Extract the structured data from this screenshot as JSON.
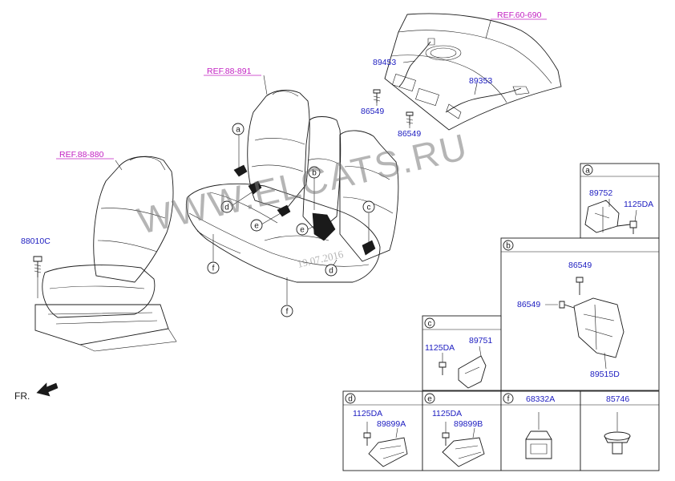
{
  "colors": {
    "part_number": "#1c1cc0",
    "reference": "#c21fc2",
    "line": "#1a1a1a"
  },
  "references": {
    "rear_shelf": "REF.60-690",
    "rear_seat": "REF.88-891",
    "front_seat": "REF.88-880"
  },
  "parts": {
    "p89453": "89453",
    "p89353": "89353",
    "p86549_a": "86549",
    "p86549_b": "86549",
    "p88010c": "88010C"
  },
  "callouts": {
    "a": "a",
    "b": "b",
    "c": "c",
    "d1": "d",
    "d2": "d",
    "e1": "e",
    "e2": "e",
    "f1": "f",
    "f2": "f"
  },
  "boxes": {
    "a": {
      "label": "a",
      "parts": [
        "89752",
        "1125DA"
      ]
    },
    "b": {
      "label": "b",
      "parts": [
        "86549",
        "86549",
        "89515D"
      ]
    },
    "c": {
      "label": "c",
      "parts": [
        "1125DA",
        "89751"
      ]
    },
    "d": {
      "label": "d",
      "parts": [
        "1125DA",
        "89899A"
      ]
    },
    "e": {
      "label": "e",
      "parts": [
        "1125DA",
        "89899B"
      ]
    },
    "f": {
      "label": "f",
      "parts": [
        "68332A"
      ]
    },
    "g": {
      "parts": [
        "85746"
      ]
    }
  },
  "watermark": {
    "site": "WWW.ELCATS.RU",
    "date": "19.07.2016"
  },
  "direction": {
    "label": "FR.",
    "icon": "front-arrow-icon"
  }
}
